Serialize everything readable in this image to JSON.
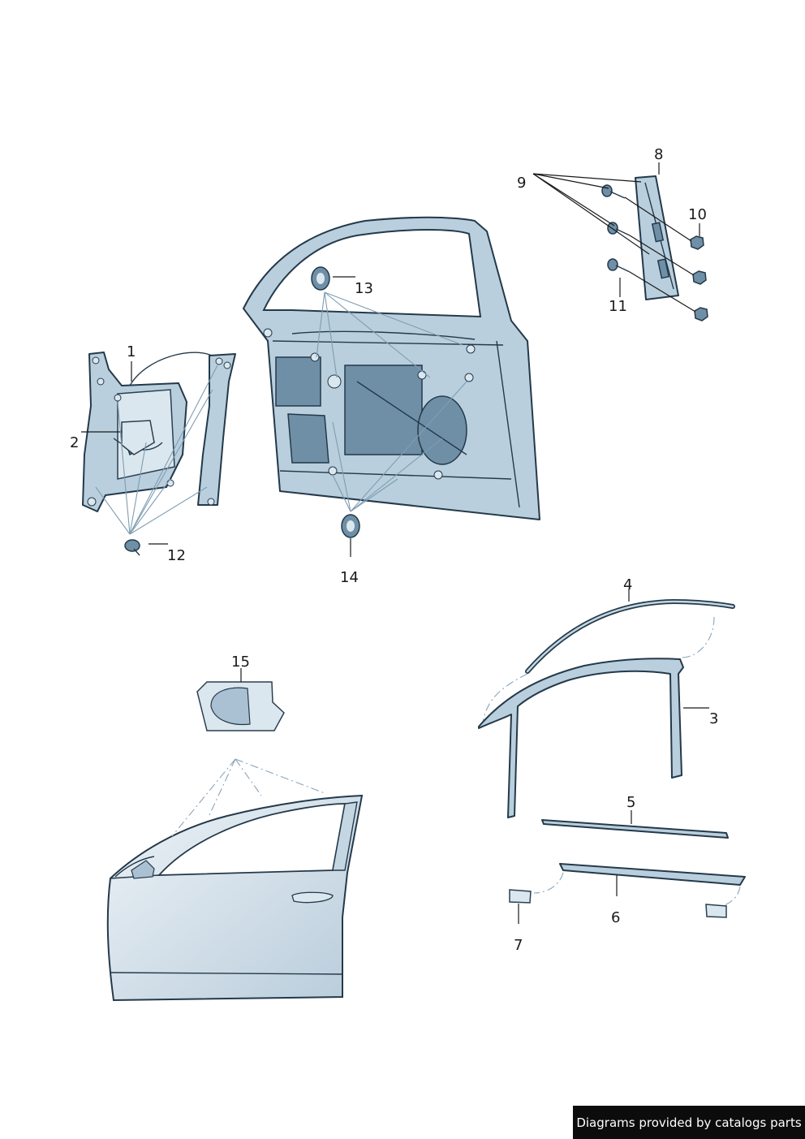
{
  "callouts": {
    "c1": "1",
    "c2": "2",
    "c3": "3",
    "c4": "4",
    "c5": "5",
    "c6": "6",
    "c7": "7",
    "c8": "8",
    "c9": "9",
    "c10": "10",
    "c11": "11",
    "c12": "12",
    "c13": "13",
    "c14": "14",
    "c15": "15"
  },
  "footer": {
    "text": "Diagrams provided by catalogs parts"
  },
  "colors": {
    "part_fill": "#b9cfdd",
    "part_outline": "#24394a",
    "leader_dash": "#7f9db3",
    "footer_bg": "#0c0c0c"
  }
}
